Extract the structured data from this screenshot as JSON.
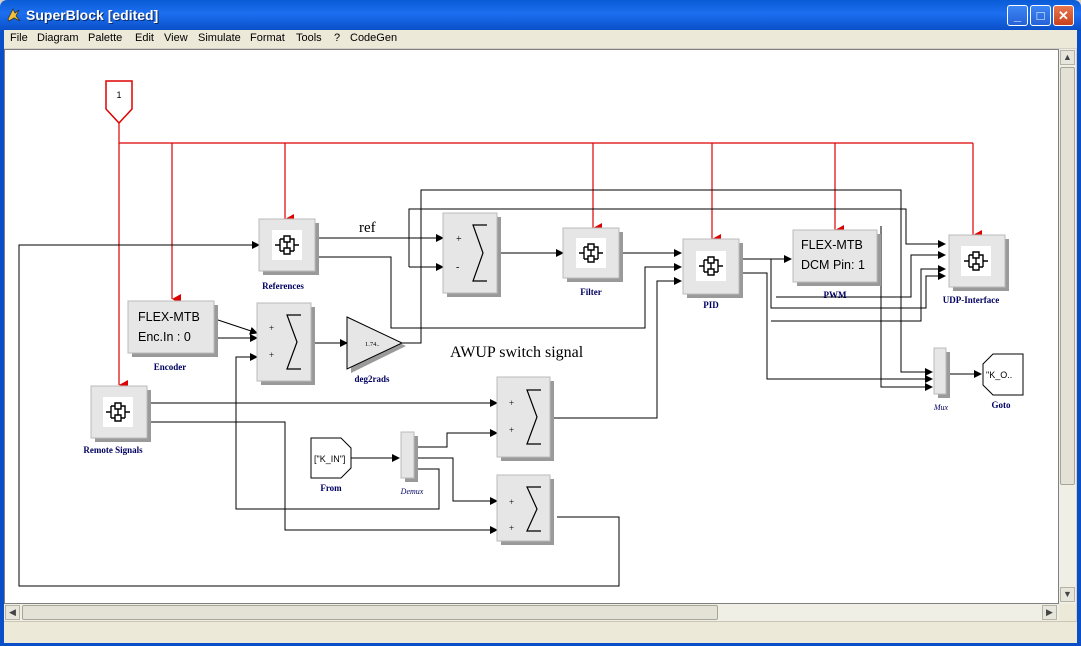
{
  "window": {
    "title": "SuperBlock [edited]",
    "min": "_",
    "max": "□",
    "close": "✕"
  },
  "menu": [
    "File",
    "Diagram",
    "Palette",
    "Edit",
    "View",
    "Simulate",
    "Format",
    "Tools",
    "?",
    "CodeGen"
  ],
  "diagram": {
    "input_port": "1",
    "ref_text": "ref",
    "awup_text": "AWUP switch signal",
    "blocks": {
      "references": "References",
      "encoder": "Encoder",
      "encoder_line1": "FLEX-MTB",
      "encoder_line2": "Enc.In : 0",
      "filter": "Filter",
      "pid": "PID",
      "pwm": "PWM",
      "pwm_line1": "FLEX-MTB",
      "pwm_line2": "DCM Pin: 1",
      "udp": "UDP-Interface",
      "gain_value": "1.74..",
      "gain": "deg2rads",
      "remote": "Remote Signals",
      "from_value": "[\"K_IN\"]",
      "from": "From",
      "demux": "Demux",
      "mux": "Mux",
      "goto_value": "\"K_O..",
      "goto": "Goto",
      "plus": "+",
      "minus": "-"
    }
  },
  "colors": {
    "activation": "#dd0000",
    "link": "#000000",
    "block_label": "#000060"
  }
}
